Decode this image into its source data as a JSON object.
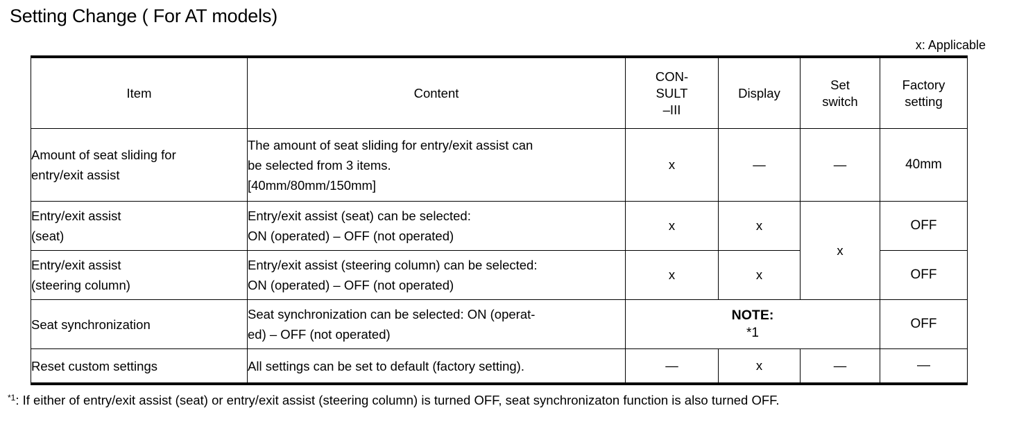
{
  "title": "Setting Change ( For AT models)",
  "legend": "x: Applicable",
  "table": {
    "headers": {
      "item": "Item",
      "content": "Content",
      "consult_line1": "CON-",
      "consult_line2": "SULT",
      "consult_line3": "–III",
      "display": "Display",
      "set_switch_line1": "Set",
      "set_switch_line2": "switch",
      "factory_line1": "Factory",
      "factory_line2": "setting"
    },
    "rows": [
      {
        "item_line1": "Amount of seat sliding for",
        "item_line2": "entry/exit assist",
        "content_line1": "The amount of seat sliding for entry/exit assist can",
        "content_line2": "be selected from 3 items.",
        "content_line3": "[40mm/80mm/150mm]",
        "consult": "x",
        "display": "—",
        "set_switch": "—",
        "factory": "40mm"
      },
      {
        "item_line1": "Entry/exit assist",
        "item_line2": "(seat)",
        "content_line1": "Entry/exit assist (seat) can be selected:",
        "content_line2": "ON (operated) – OFF (not operated)",
        "consult": "x",
        "display": "x",
        "set_switch": "x",
        "factory": "OFF"
      },
      {
        "item_line1": "Entry/exit assist",
        "item_line2": "(steering column)",
        "content_line1": "Entry/exit assist (steering column) can be selected:",
        "content_line2": "ON (operated) – OFF (not operated)",
        "consult": "x",
        "display": "x",
        "factory": "OFF"
      },
      {
        "item_line1": "Seat synchronization",
        "content_line1": "Seat synchronization can be selected: ON (operat-",
        "content_line2": "ed) – OFF (not operated)",
        "note_head": "NOTE:",
        "note_ref": "*1",
        "factory": "OFF"
      },
      {
        "item_line1": "Reset custom settings",
        "content_line1": "All settings can be set to default (factory setting).",
        "consult": "—",
        "display": "x",
        "set_switch": "—",
        "factory": "—"
      }
    ]
  },
  "footnote": {
    "marker": "*1",
    "text": ": If either of entry/exit assist (seat) or entry/exit assist (steering column) is turned OFF, seat synchronizaton function is also turned OFF."
  }
}
